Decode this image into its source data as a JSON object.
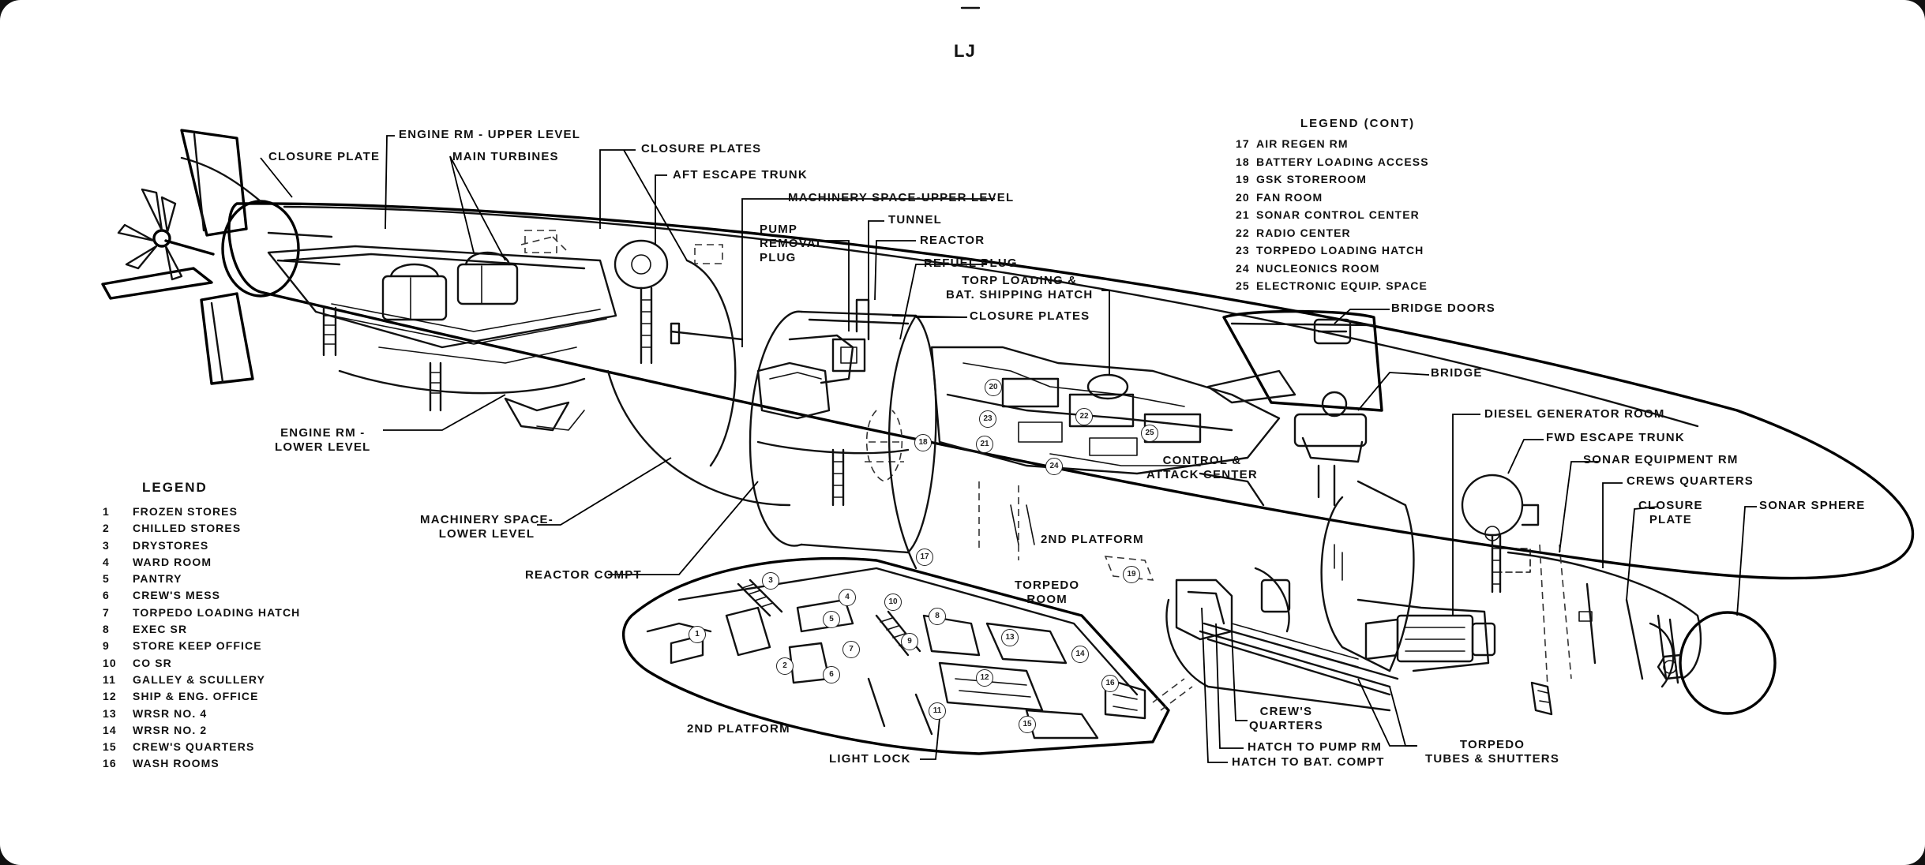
{
  "diagram": {
    "page_mark": "LJ",
    "labels": {
      "closure_plate_aft": "CLOSURE PLATE",
      "engine_rm_upper": "ENGINE RM - UPPER LEVEL",
      "main_turbines": "MAIN TURBINES",
      "closure_plates_1": "CLOSURE PLATES",
      "aft_escape_trunk": "AFT ESCAPE TRUNK",
      "machinery_upper": "MACHINERY SPACE-UPPER LEVEL",
      "pump_removal_plug": "PUMP\nREMOVAL\nPLUG",
      "tunnel": "TUNNEL",
      "reactor": "REACTOR",
      "refuel_plug": "REFUEL PLUG",
      "torp_loading_hatch": "TORP LOADING &\nBAT. SHIPPING HATCH",
      "closure_plates_2": "CLOSURE PLATES",
      "bridge_doors": "BRIDGE DOORS",
      "bridge": "BRIDGE",
      "diesel_generator_room": "DIESEL GENERATOR ROOM",
      "fwd_escape_trunk": "FWD ESCAPE TRUNK",
      "sonar_equipment_rm": "SONAR EQUIPMENT RM",
      "crews_quarters_fwd": "CREWS QUARTERS",
      "closure_plate_fwd": "CLOSURE\nPLATE",
      "sonar_sphere": "SONAR SPHERE",
      "engine_rm_lower": "ENGINE RM -\nLOWER LEVEL",
      "machinery_lower": "MACHINERY SPACE-\nLOWER LEVEL",
      "reactor_compt": "REACTOR COMPT",
      "control_attack": "CONTROL &\nATTACK CENTER",
      "second_platform_upper": "2ND PLATFORM",
      "torpedo_room": "TORPEDO\nROOM",
      "second_platform_lower": "2ND PLATFORM",
      "light_lock": "LIGHT LOCK",
      "crews_quarters_lower": "CREW'S\nQUARTERS",
      "hatch_pump_rm": "HATCH TO PUMP RM",
      "hatch_bat_compt": "HATCH TO BAT. COMPT",
      "torpedo_tubes": "TORPEDO\nTUBES & SHUTTERS"
    },
    "legend": {
      "title": "LEGEND",
      "items": [
        {
          "num": "1",
          "name": "FROZEN STORES"
        },
        {
          "num": "2",
          "name": "CHILLED STORES"
        },
        {
          "num": "3",
          "name": "DRYSTORES"
        },
        {
          "num": "4",
          "name": "WARD ROOM"
        },
        {
          "num": "5",
          "name": "PANTRY"
        },
        {
          "num": "6",
          "name": "CREW'S MESS"
        },
        {
          "num": "7",
          "name": "TORPEDO LOADING HATCH"
        },
        {
          "num": "8",
          "name": "EXEC SR"
        },
        {
          "num": "9",
          "name": "STORE KEEP OFFICE"
        },
        {
          "num": "10",
          "name": "CO SR"
        },
        {
          "num": "11",
          "name": "GALLEY & SCULLERY"
        },
        {
          "num": "12",
          "name": "SHIP & ENG. OFFICE"
        },
        {
          "num": "13",
          "name": "WRSR NO. 4"
        },
        {
          "num": "14",
          "name": "WRSR NO. 2"
        },
        {
          "num": "15",
          "name": "CREW'S QUARTERS"
        },
        {
          "num": "16",
          "name": "WASH ROOMS"
        }
      ]
    },
    "legend_cont": {
      "title": "LEGEND (CONT)",
      "items": [
        {
          "num": "17",
          "name": "AIR REGEN RM"
        },
        {
          "num": "18",
          "name": "BATTERY LOADING ACCESS"
        },
        {
          "num": "19",
          "name": "GSK STOREROOM"
        },
        {
          "num": "20",
          "name": "FAN ROOM"
        },
        {
          "num": "21",
          "name": "SONAR CONTROL CENTER"
        },
        {
          "num": "22",
          "name": "RADIO CENTER"
        },
        {
          "num": "23",
          "name": "TORPEDO LOADING HATCH"
        },
        {
          "num": "24",
          "name": "NUCLEONICS ROOM"
        },
        {
          "num": "25",
          "name": "ELECTRONIC EQUIP. SPACE"
        }
      ]
    }
  }
}
